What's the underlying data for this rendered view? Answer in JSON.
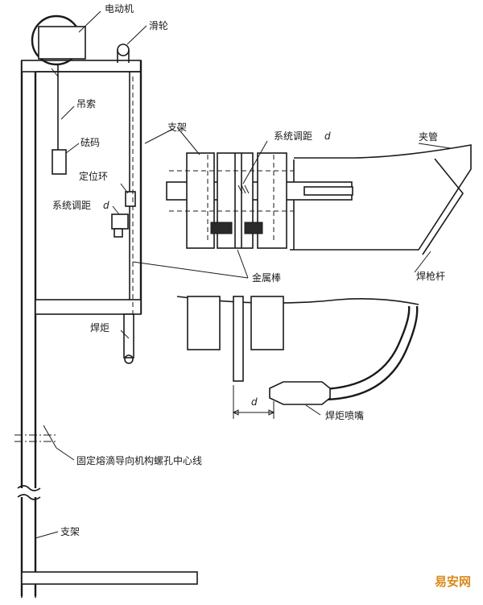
{
  "labels": {
    "motor": "电动机",
    "pulley": "滑轮",
    "rope": "吊索",
    "weight": "砝码",
    "bracket_top": "支架",
    "locating_ring": "定位环",
    "gap_adjust_left": "系统调距",
    "gap_adjust_top": "系统调距",
    "gap_symbol": "d",
    "clamp_tube": "夹管",
    "torch_rod": "焊枪杆",
    "metal_rod": "金属棒",
    "torch": "焊炬",
    "dim_d": "d",
    "nozzle": "焊炬喷嘴",
    "fixing_centerline": "固定熔滴导向机构螺孔中心线",
    "bracket_bottom": "支架"
  },
  "watermark": "易安网"
}
